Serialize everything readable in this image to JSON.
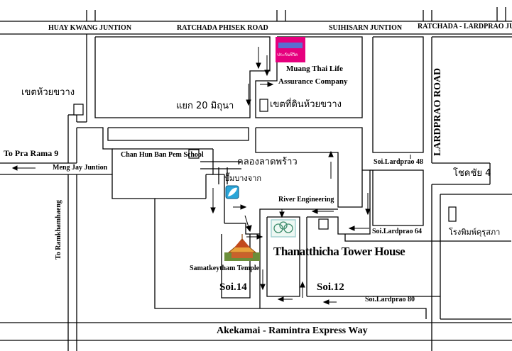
{
  "junctions": {
    "huay_kwang": "HUAY KWANG JUNTION",
    "ratchada_phisek": "RATCHADA PHISEK ROAD",
    "suihisarn": "SUIHISARN JUNTION",
    "ratchada_lardprao": "RATCHADA - LARDPRAO JUNTION"
  },
  "roads": {
    "lardprao_road": "LARDPRAO ROAD",
    "to_pra_rama_9": "To Pra Rama 9",
    "meng_jay": "Meng Jay Juntion",
    "to_ramkhamhaeng": "To Ramkhamhaeng",
    "soi_lardprao_48": "Soi.Lardprao 48",
    "soi_lardprao_64": "Soi.Lardprao 64",
    "soi_lardprao_80": "Soi.Lardprao 80",
    "soi_14": "Soi.14",
    "soi_12": "Soi.12",
    "expressway": "Akekamai - Ramintra  Express Way"
  },
  "places": {
    "muang_thai_line1": "Muang Thai Life",
    "muang_thai_line2": "Assurance Company",
    "huai_khwang_district": "เขตห้วยขวาง",
    "yaek_20_mithuna": "แยก 20 มิถุนา",
    "huai_khwang_land_office": "เขตที่ดินห้วยขวาง",
    "chan_hun_school": "Chan Hun Ban Pem School",
    "khlong_lat_phrao": "คลองลาดพร้าว",
    "bangchak_station": "ปั๊มบางจาก",
    "river_engineering": "River Engineering",
    "thanatthicha": "Thanatthicha Tower House",
    "samatkeytham_temple": "Samatkeytham Temple",
    "chokchai_4": "โชคชัย 4",
    "kurusapha_printing": "โรงพิมพ์คุรุสภา"
  },
  "logo_text": "ประกันชีวิต",
  "colors": {
    "road_line": "#000000",
    "background": "#ffffff",
    "muang_thai_brand": "#e6007e",
    "bangchak_brand": "#2aa5d8",
    "temple_brand": "#e9a23b"
  }
}
